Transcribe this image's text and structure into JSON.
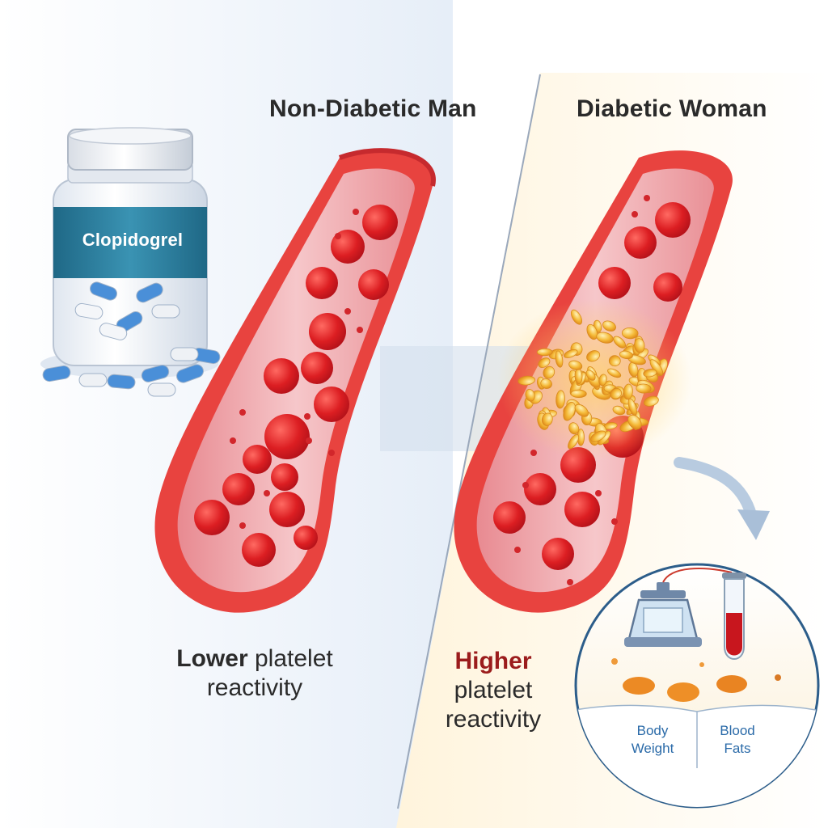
{
  "titles": {
    "left": "Non-Diabetic Man",
    "right": "Diabetic Woman"
  },
  "bottle": {
    "label": "Clopidogrel"
  },
  "captions": {
    "left": {
      "emphasis": "Lower",
      "rest_line1": " platelet",
      "line2": "reactivity"
    },
    "right": {
      "emphasis": "Higher",
      "line2": "platelet",
      "line3": "reactivity"
    }
  },
  "inset": {
    "left_label_line1": "Body",
    "left_label_line2": "Weight",
    "right_label_line1": "Blood",
    "right_label_line2": "Fats"
  },
  "colors": {
    "vessel_wall": "#e8433f",
    "vessel_lumen": "#f6c3c6",
    "red_cell": "#d81b1f",
    "platelet_clump": "#f4b733",
    "bottle_band": "#2f7f9e",
    "pill_blue": "#4a8fd8",
    "caption_red": "#9b1c1c",
    "inset_text": "#2a6aa8"
  }
}
